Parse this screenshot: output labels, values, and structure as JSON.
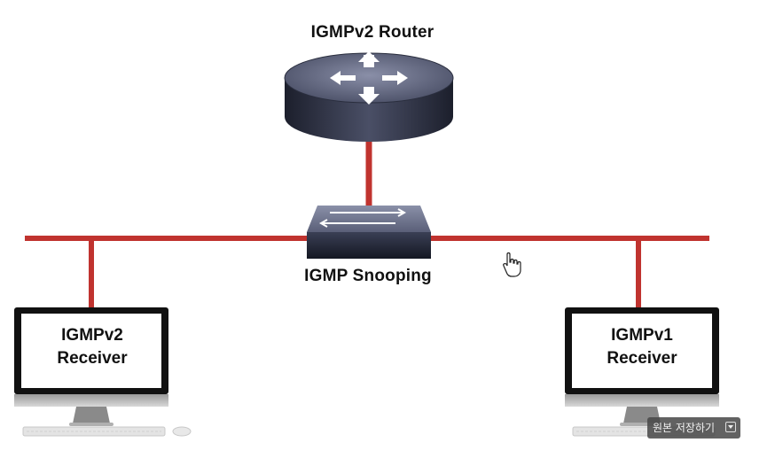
{
  "router": {
    "label": "IGMPv2 Router"
  },
  "switch": {
    "label": "IGMP Snooping"
  },
  "receivers": [
    {
      "line1": "IGMPv2",
      "line2": "Receiver"
    },
    {
      "line1": "IGMPv1",
      "line2": "Receiver"
    }
  ],
  "overlay": {
    "save_label": "원본 저장하기"
  },
  "colors": {
    "link": "#c0332f",
    "device_dark": "#2a2e3e",
    "screen_border": "#1a1a1a"
  }
}
